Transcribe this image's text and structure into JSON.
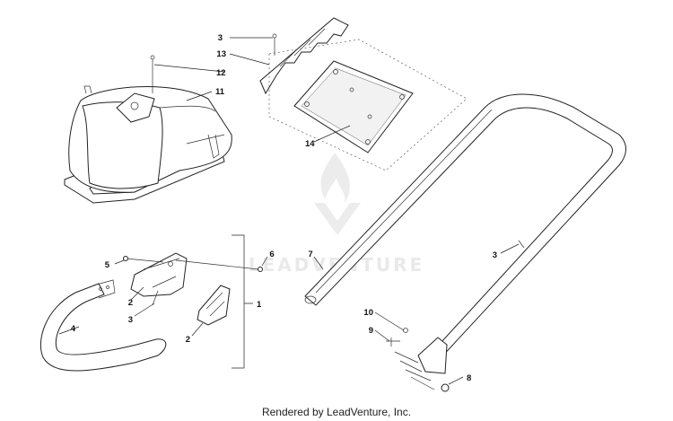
{
  "callouts": {
    "c1": "1",
    "c2a": "2",
    "c2b": "2",
    "c3a": "3",
    "c3b": "3",
    "c3c": "3",
    "c4": "4",
    "c5": "5",
    "c6": "6",
    "c7": "7",
    "c8": "8",
    "c9": "9",
    "c10": "10",
    "c11": "11",
    "c12": "12",
    "c13": "13",
    "c14": "14"
  },
  "watermark": {
    "brand": "LEADVENTURE"
  },
  "footer": {
    "credit": "Rendered by LeadVenture, Inc."
  },
  "colors": {
    "line": "#222222",
    "watermark": "#e9e9e9",
    "background": "#ffffff"
  }
}
